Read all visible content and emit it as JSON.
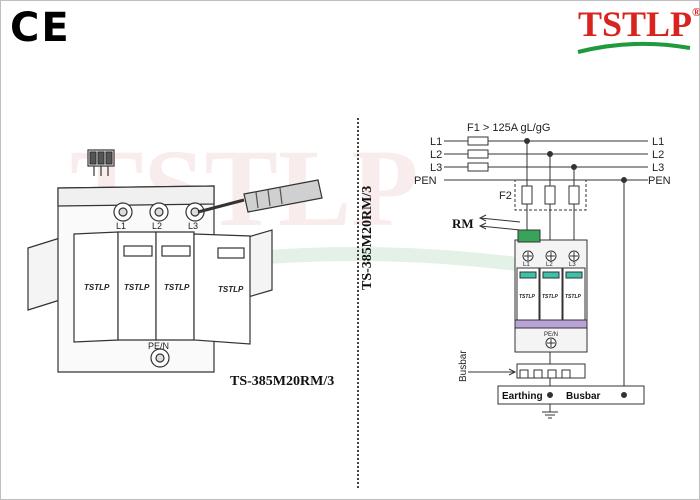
{
  "certification": {
    "mark": "CE"
  },
  "brand": {
    "name": "TSTLP",
    "registered_symbol": "®",
    "watermark": "TSTLP"
  },
  "product": {
    "model": "TS-385M20RM/3"
  },
  "device": {
    "terminal_labels": [
      "L1",
      "L2",
      "L3"
    ],
    "module_logo": "TSTLP",
    "ground_label": "PE/N"
  },
  "wiring": {
    "fuse_rating": "F1 > 125A gL/gG",
    "lines_left": [
      "L1",
      "L2",
      "L3",
      "PEN"
    ],
    "lines_right": [
      "L1",
      "L2",
      "L3",
      "PEN"
    ],
    "backup_fuse": "F2",
    "remote_signal": "RM",
    "busbar_label": "Busbar",
    "earthing_bar": [
      "Earthing",
      "Busbar"
    ],
    "schematic_terminals": [
      "L1",
      "L2",
      "L3"
    ],
    "schematic_ground": "PE/N",
    "module_logo": "TSTLP"
  },
  "colors": {
    "brand_red": "#d8241f",
    "brand_green": "#1f9a3c",
    "accent_green": "#3aa35a",
    "purple_band": "#b9a3d6",
    "cyan_window": "#3fc1a9"
  }
}
